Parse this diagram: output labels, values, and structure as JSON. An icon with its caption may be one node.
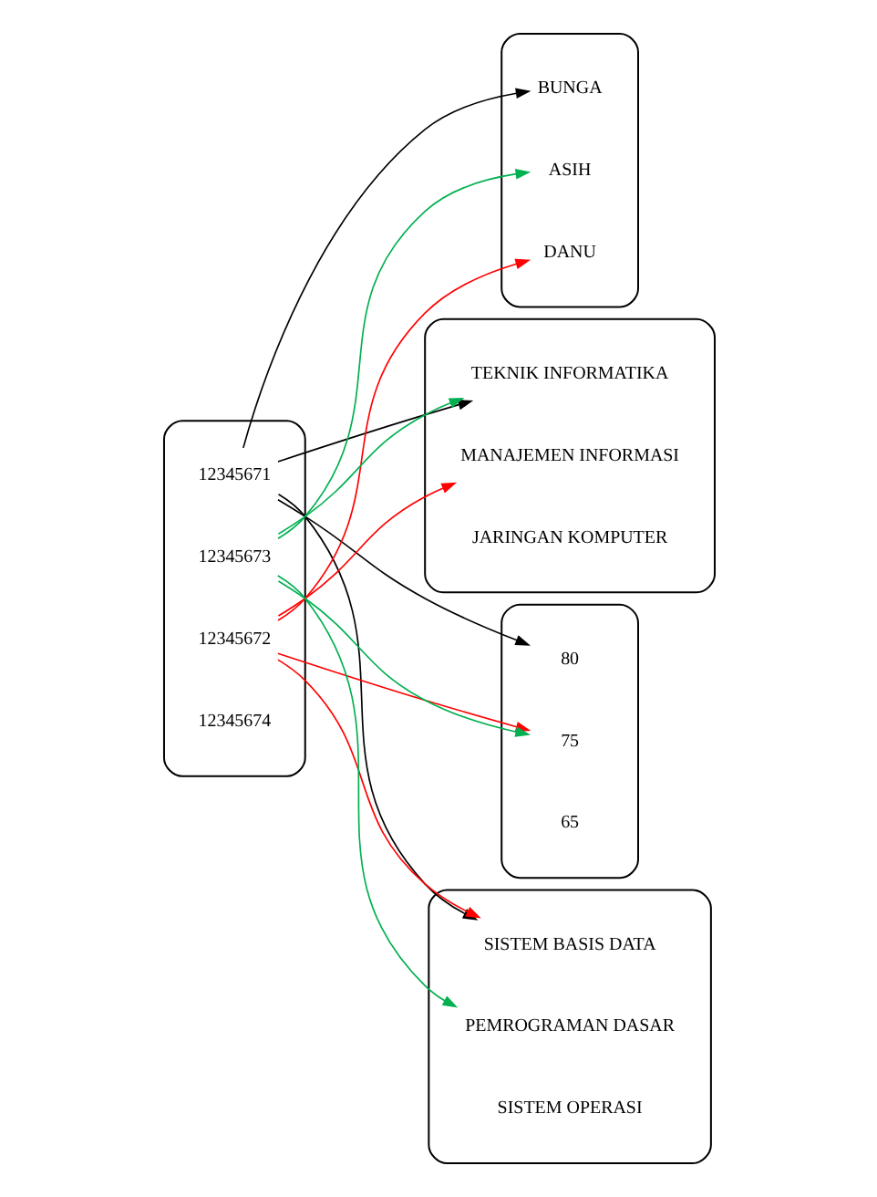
{
  "diagram": {
    "nodes": [
      {
        "text": [],
        "shape": "ellipse"
      },
      {
        "text": [
          "BUNGA"
        ],
        "in": 0
      },
      {
        "text": [
          "DANU"
        ],
        "in": 0
      },
      {
        "text": [
          "ASIH"
        ],
        "in": 0
      },
      {
        "text": [],
        "shape": "ellipse"
      },
      {
        "text": [
          "12345671"
        ],
        "in": 4
      },
      {
        "text": [
          "12345672"
        ],
        "in": 4
      },
      {
        "text": [
          "12345673"
        ],
        "in": 4
      },
      {
        "text": [
          "12345674"
        ],
        "in": 4
      },
      {
        "text": [],
        "shape": "ellipse"
      },
      {
        "text": [
          "TEKNIK INFORMATIKA"
        ],
        "in": 9
      },
      {
        "text": [
          "MANAJEMEN INFORMASI"
        ],
        "in": 9
      },
      {
        "text": [
          "JARINGAN KOMPUTER"
        ],
        "in": 9
      },
      {
        "text": [],
        "shape": "ellipse"
      },
      {
        "text": [
          "80"
        ],
        "in": 13
      },
      {
        "text": [
          "75"
        ],
        "in": 13
      },
      {
        "text": [
          "65"
        ],
        "in": 13
      },
      {
        "text": [],
        "shape": "ellipse"
      },
      {
        "text": [
          "SISTEM BASIS DATA"
        ],
        "in": 17
      },
      {
        "text": [
          "PEMROGRAMAN DASAR"
        ],
        "in": 17
      },
      {
        "text": [
          "SISTEM OPERASI"
        ],
        "in": 17
      }
    ],
    "edges": [
      {
        "from": 5,
        "to": 1,
        "arrow": "to"
      },
      {
        "from": 5,
        "to": 10,
        "arrow": "to"
      },
      {
        "from": 5,
        "to": 18,
        "arrow": "to"
      },
      {
        "from": 5,
        "to": 14,
        "arrow": "to"
      },
      {
        "from": 6,
        "to": 2,
        "arrow": "to",
        "color": "#ff0000"
      },
      {
        "from": 6,
        "to": 11,
        "arrow": "to",
        "color": "#ff0000"
      },
      {
        "from": 6,
        "to": 18,
        "arrow": "to",
        "color": "#ff0000"
      },
      {
        "from": 6,
        "to": 15,
        "arrow": "to",
        "color": "#ff0000"
      },
      {
        "from": 7,
        "to": 3,
        "arrow": "to",
        "color": "#00b050"
      },
      {
        "from": 7,
        "to": 10,
        "arrow": "to",
        "color": "#00b050"
      },
      {
        "from": 7,
        "to": 19,
        "arrow": "to",
        "color": "#00b050"
      },
      {
        "from": 7,
        "to": 15,
        "arrow": "to",
        "color": "#00b050"
      }
    ]
  }
}
